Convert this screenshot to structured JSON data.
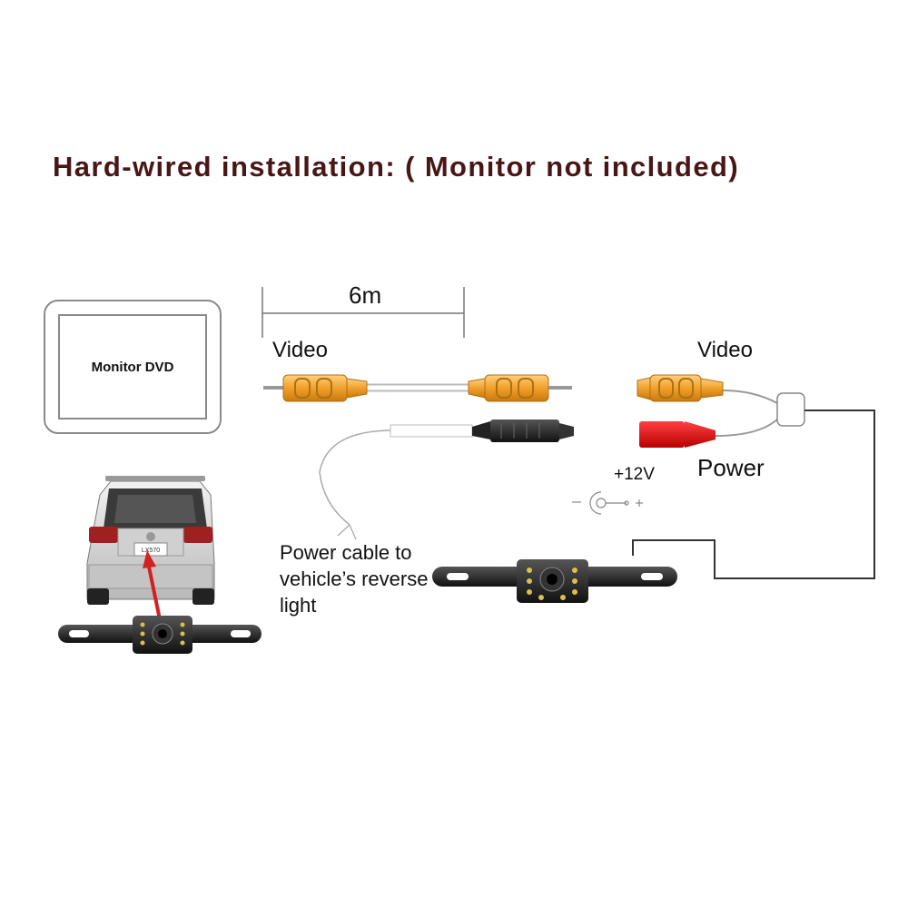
{
  "title": "Hard-wired installation:  ( Monitor not included)",
  "cable_length": "6m",
  "monitor_label": "Monitor DVD",
  "video_label_left": "Video",
  "video_label_right": "Video",
  "power_label": "Power",
  "voltage_label": "+12V",
  "power_cable_note": "Power cable to vehicle’s reverse light",
  "car_plate_text": "LX570",
  "colors": {
    "title": "#4a1515",
    "rca_yellow": "#f0a02a",
    "power_red": "#e01010",
    "arrow_red": "#d42020",
    "outline_gray": "#8a8a8a"
  }
}
